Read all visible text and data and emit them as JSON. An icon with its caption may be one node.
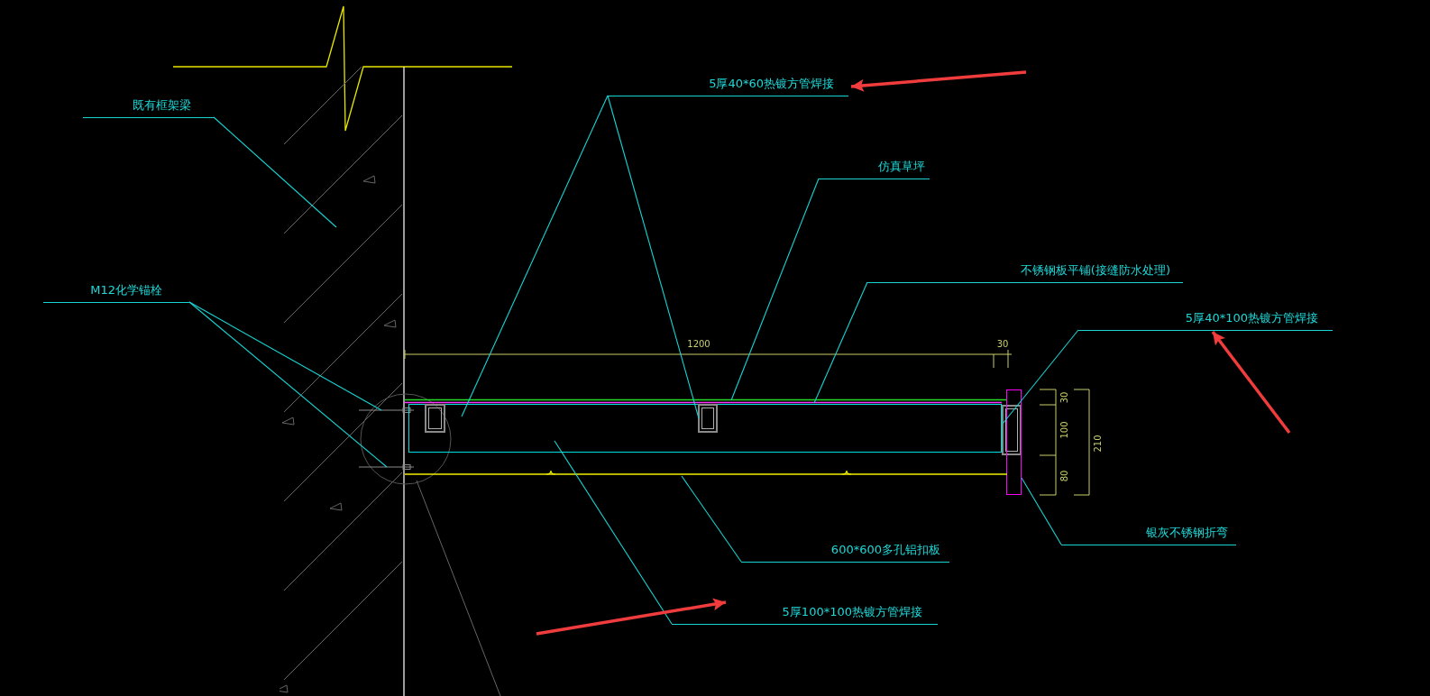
{
  "diagram": {
    "nodes": [
      {
        "text": [
          "既有框架梁"
        ]
      },
      {
        "text": [
          "M12化学锚栓"
        ]
      },
      {
        "text": [
          "5厚40*60热镀方管焊接"
        ]
      },
      {
        "text": [
          "仿真草坪"
        ]
      },
      {
        "text": [
          "不锈钢板平铺(接缝防水处理)"
        ]
      },
      {
        "text": [
          "5厚40*100热镀方管焊接"
        ]
      },
      {
        "text": [
          "银灰不锈钢折弯"
        ]
      },
      {
        "text": [
          "600*600多孔铝扣板"
        ]
      },
      {
        "text": [
          "5厚100*100热镀方管焊接"
        ]
      },
      {
        "text": [],
        "shape": "picture"
      },
      {
        "text": [],
        "shape": "bar"
      },
      {
        "text": [],
        "shape": "bar"
      },
      {
        "text": [],
        "shape": "bar"
      },
      {
        "text": [],
        "shape": "bar"
      },
      {
        "text": [],
        "shape": "box"
      },
      {
        "text": [],
        "shape": "box",
        "in": 14
      },
      {
        "text": [],
        "shape": "box",
        "in": 14
      },
      {
        "text": [],
        "shape": "box"
      },
      {
        "text": [],
        "shape": "box"
      },
      {
        "text": [],
        "shape": "bar"
      }
    ],
    "edges": [
      {
        "from": 0,
        "to": 9,
        "arrow": "none"
      },
      {
        "from": 1,
        "to": 10,
        "arrow": "none"
      },
      {
        "from": 1,
        "to": 11,
        "arrow": "none"
      },
      {
        "from": 2,
        "to": 15,
        "arrow": "none"
      },
      {
        "from": 2,
        "to": 16,
        "arrow": "none"
      },
      {
        "from": 3,
        "to": 12,
        "arrow": "none"
      },
      {
        "from": 4,
        "to": 13,
        "arrow": "none"
      },
      {
        "from": 5,
        "to": 17,
        "arrow": "none"
      },
      {
        "from": 6,
        "to": 18,
        "arrow": "none"
      },
      {
        "from": 7,
        "to": 19,
        "arrow": "none"
      },
      {
        "from": 8,
        "to": 14,
        "arrow": "none"
      },
      {
        "from": null,
        "to": 2,
        "arrow": "to",
        "style": "thick",
        "color": "#f03c3c"
      },
      {
        "from": null,
        "to": 5,
        "arrow": "to",
        "style": "thick",
        "color": "#f03c3c"
      },
      {
        "from": null,
        "to": 8,
        "arrow": "to",
        "style": "thick",
        "color": "#f03c3c"
      }
    ],
    "labels": [
      "1200",
      "30",
      "30",
      "100",
      "80",
      "210"
    ]
  }
}
